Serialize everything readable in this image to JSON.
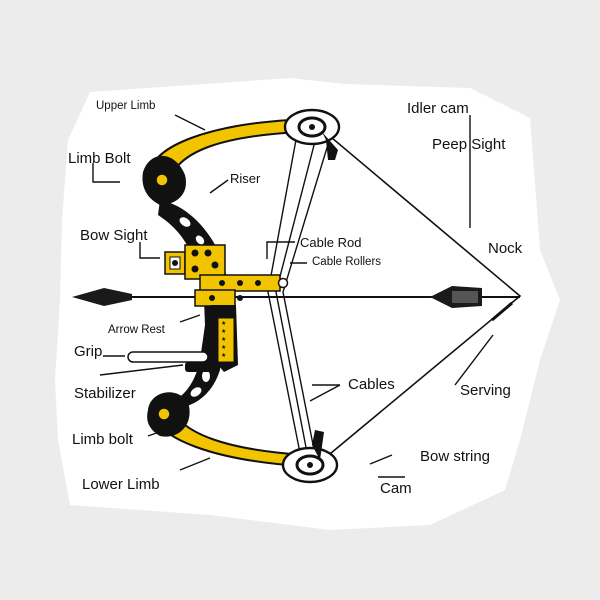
{
  "labels": {
    "upper_limb": "Upper Limb",
    "limb_bolt_upper": "Limb Bolt",
    "riser": "Riser",
    "bow_sight": "Bow Sight",
    "cable_rod": "Cable Rod",
    "cable_rollers": "Cable Rollers",
    "arrow_rest": "Arrow Rest",
    "grip": "Grip",
    "stabilizer": "Stabilizer",
    "limb_bolt_lower": "Limb bolt",
    "lower_limb": "Lower Limb",
    "idler_cam": "Idler cam",
    "peep_sight": "Peep Sight",
    "nock": "Nock",
    "cables": "Cables",
    "serving": "Serving",
    "bow_string": "Bow string",
    "cam": "Cam"
  },
  "colors": {
    "background": "#ececec",
    "sticker": "#ffffff",
    "accent_yellow": "#f2c400",
    "ink": "#111111"
  }
}
